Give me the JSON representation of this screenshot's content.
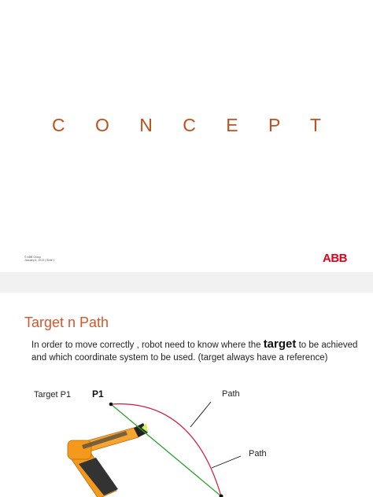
{
  "slide1": {
    "title": "C O N C E P T",
    "footer_line1": "© ABB Group",
    "footer_line2": "January 8, 2013 | Slide 1",
    "logo_text": "ABB"
  },
  "slide2": {
    "title": "Target n Path",
    "body_part1": "In order to move correctly , robot need to know where the ",
    "body_keyword": "target",
    "body_part2": " to be achieved and which coordinate system to be used. (target always have a reference)",
    "label_target": "Target P1",
    "label_p1": "P1",
    "label_path_curve": "Path",
    "label_path_line": "Path"
  },
  "colors": {
    "accent": "#c0501e",
    "abb_red": "#e2001a",
    "curve": "#d11a3c",
    "line": "#2fa12f",
    "robot": "#f39a1d"
  }
}
